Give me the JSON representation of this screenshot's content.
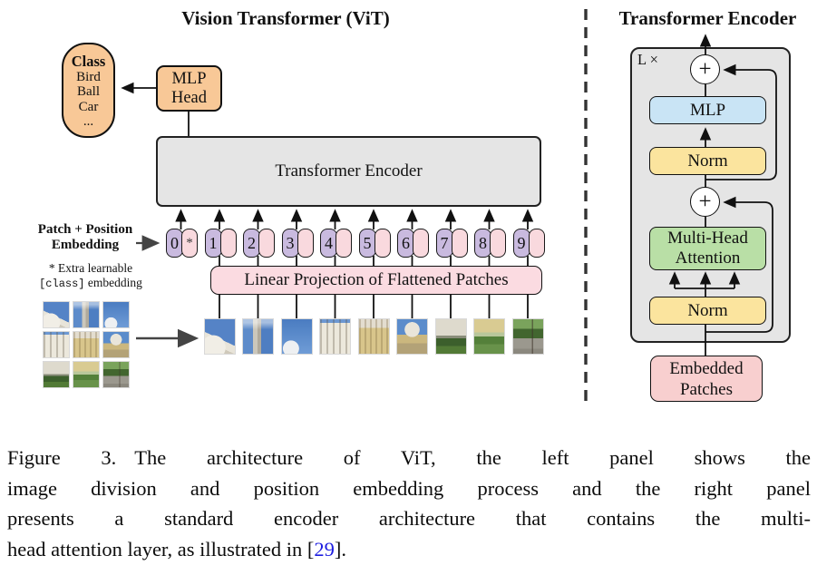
{
  "colors": {
    "orange": "#F8C897",
    "purple": "#C9BADF",
    "token-pink": "#F9D9DE",
    "projection-pink": "#FBDBE1",
    "embedded-pink": "#F8CFCF",
    "panel-gray": "#E5E5E5",
    "mlp-blue": "#C9E4F5",
    "norm-yellow": "#FBE49E",
    "attention-green": "#B9DFA6",
    "citation-blue": "#1D1DE0"
  },
  "figure": {
    "left_panel": {
      "title": "Vision Transformer (ViT)",
      "class_box": {
        "header": "Class",
        "items": [
          "Bird",
          "Ball",
          "Car",
          "..."
        ]
      },
      "mlp_head": {
        "line1": "MLP",
        "line2": "Head"
      },
      "encoder_box": "Transformer Encoder",
      "patch_position_label": {
        "line1": "Patch + Position",
        "line2": "Embedding"
      },
      "extra_note": {
        "line1": "* Extra learnable",
        "line2_code": "[class]",
        "line2_text": "embedding"
      },
      "linear_projection": "Linear Projection of Flattened Patches",
      "tokens": [
        "0",
        "1",
        "2",
        "3",
        "4",
        "5",
        "6",
        "7",
        "8",
        "9"
      ],
      "class_token_star": "*"
    },
    "right_panel": {
      "title": "Transformer Encoder",
      "repeat_label": "L ×",
      "plus_top": "+",
      "plus_bottom": "+",
      "mlp": "MLP",
      "norm_top": "Norm",
      "attention": {
        "line1": "Multi-Head",
        "line2": "Attention"
      },
      "norm_bottom": "Norm",
      "embedded_patches": {
        "line1": "Embedded",
        "line2": "Patches"
      }
    }
  },
  "caption": {
    "label": "Figure 3.",
    "lines": [
      "The architecture of ViT, the left panel shows the",
      "image division and position embedding process and the right panel",
      "presents a standard encoder architecture that contains the multi-"
    ],
    "line4": {
      "prefix": "head attention layer, as illustrated in [",
      "ref": "29",
      "suffix": "]."
    }
  }
}
